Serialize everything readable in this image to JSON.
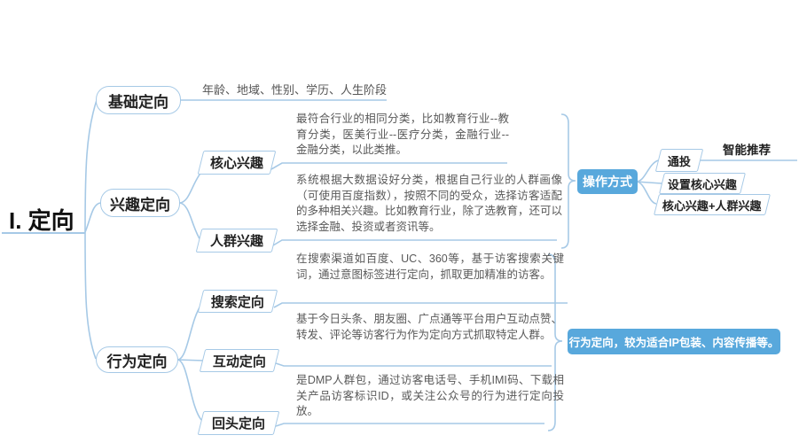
{
  "root": {
    "label": "I. 定向"
  },
  "colors": {
    "line": "#A6C9E6",
    "accent_fill": "#58A8DC",
    "node_text": "#222222",
    "detail_text": "#595959"
  },
  "branches": {
    "basic": {
      "label": "基础定向",
      "detail": "年龄、地域、性别、学历、人生阶段"
    },
    "interest": {
      "label": "兴趣定向",
      "children": [
        {
          "label": "核心兴趣",
          "detail": "最符合行业的相同分类，比如教育行业--教育分类，医美行业--医疗分类，金融行业--金融分类，以此类推。"
        },
        {
          "label": "人群兴趣",
          "detail": "系统根据大数据设好分类，根据自己行业的人群画像（可使用百度指数），按照不同的受众，选择访客适配的多种相关兴趣。比如教育行业，除了选教育，还可以选择金融、投资或者资讯等。"
        }
      ],
      "operation": {
        "label": "操作方式",
        "options": [
          "通投",
          "设置核心兴趣",
          "核心兴趣+人群兴趣"
        ],
        "note": "智能推荐"
      }
    },
    "behavior": {
      "label": "行为定向",
      "children": [
        {
          "label": "搜索定向",
          "detail": "在搜索渠道如百度、UC、360等，基于访客搜索关键词，通过意图标签进行定向，抓取更加精准的访客。"
        },
        {
          "label": "互动定向",
          "detail": "基于今日头条、朋友圈、广点通等平台用户互动点赞、转发、评论等访客行为作为定向方式抓取特定人群。"
        },
        {
          "label": "回头定向",
          "detail": "是DMP人群包，通过访客电话号、手机IMI码、下载相关产品访客标识ID，或关注公众号的行为进行定向投放。"
        }
      ],
      "note": "行为定向，较为适合IP包装、内容传播等。"
    }
  }
}
